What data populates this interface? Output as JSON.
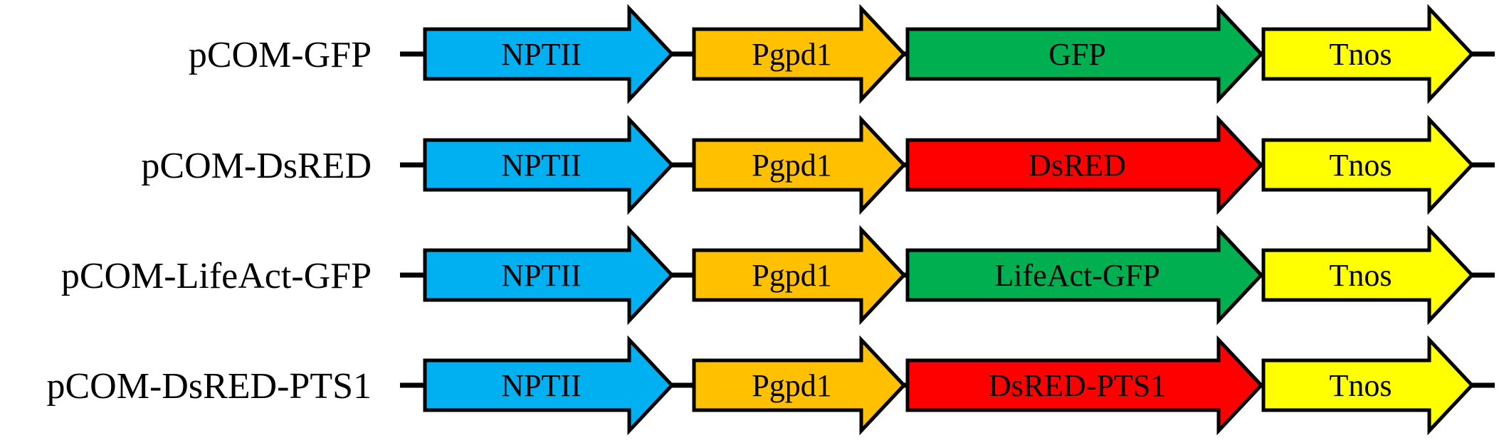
{
  "element_colors": {
    "NPTII": "#00b0f0",
    "Pgpd1": "#ffc000",
    "GFP": "#00b050",
    "DsRED": "#ff0000",
    "Tnos": "#ffff00"
  },
  "constructs": [
    {
      "name": "pCOM-GFP",
      "elements": [
        {
          "label": "NPTII",
          "kind": "NPTII"
        },
        {
          "label": "Pgpd1",
          "kind": "Pgpd1"
        },
        {
          "label": "GFP",
          "kind": "GFP"
        },
        {
          "label": "Tnos",
          "kind": "Tnos"
        }
      ]
    },
    {
      "name": "pCOM-DsRED",
      "elements": [
        {
          "label": "NPTII",
          "kind": "NPTII"
        },
        {
          "label": "Pgpd1",
          "kind": "Pgpd1"
        },
        {
          "label": "DsRED",
          "kind": "DsRED"
        },
        {
          "label": "Tnos",
          "kind": "Tnos"
        }
      ]
    },
    {
      "name": "pCOM-LifeAct-GFP",
      "elements": [
        {
          "label": "NPTII",
          "kind": "NPTII"
        },
        {
          "label": "Pgpd1",
          "kind": "Pgpd1"
        },
        {
          "label": "LifeAct-GFP",
          "kind": "GFP"
        },
        {
          "label": "Tnos",
          "kind": "Tnos"
        }
      ]
    },
    {
      "name": "pCOM-DsRED-PTS1",
      "elements": [
        {
          "label": "NPTII",
          "kind": "NPTII"
        },
        {
          "label": "Pgpd1",
          "kind": "Pgpd1"
        },
        {
          "label": "DsRED-PTS1",
          "kind": "DsRED"
        },
        {
          "label": "Tnos",
          "kind": "Tnos"
        }
      ]
    }
  ]
}
